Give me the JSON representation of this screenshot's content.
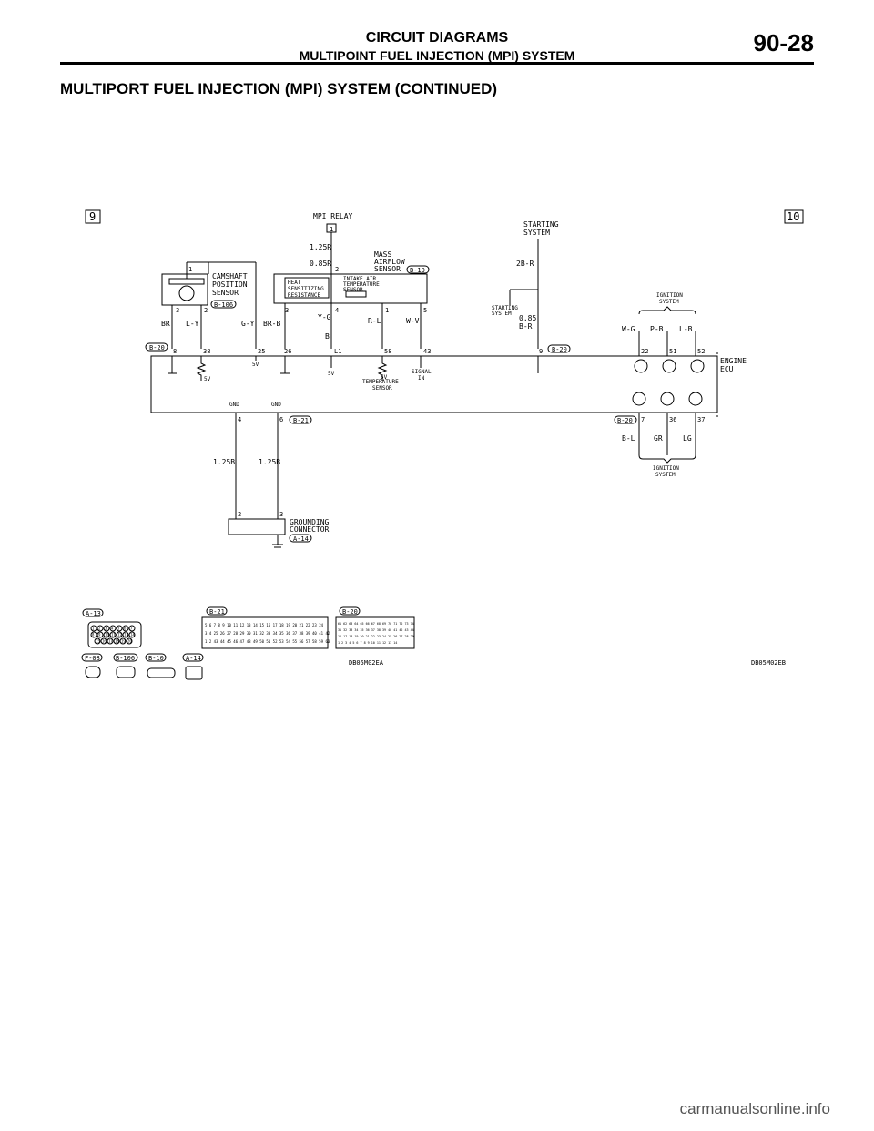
{
  "header": {
    "title": "CIRCUIT DIAGRAMS",
    "subtitle": "MULTIPOINT FUEL INJECTION (MPI) SYSTEM",
    "page": "90-28"
  },
  "section_title": "MULTIPORT FUEL INJECTION (MPI) SYSTEM (CONTINUED)",
  "diagram": {
    "markers": [
      "9",
      "10"
    ],
    "mpi_relay": {
      "label": "MPI RELAY",
      "terminal": "1",
      "wire1": "1.25R",
      "wire2": "0.85R"
    },
    "camshaft": {
      "label_lines": [
        "CAMSHAFT",
        "POSITION",
        "SENSOR"
      ],
      "connector": "B-106",
      "pins": [
        "1",
        "3",
        "2"
      ]
    },
    "maf": {
      "label_lines": [
        "MASS",
        "AIRFLOW",
        "SENSOR"
      ],
      "connector": "B-10",
      "heat_lines": [
        "HEAT",
        "SENSITIZING",
        "RESISTANCE"
      ],
      "iat_lines": [
        "INTAKE AIR",
        "TEMPERATURE",
        "SENSOR"
      ],
      "pins": [
        "2",
        "3",
        "4",
        "1",
        "5"
      ]
    },
    "starting": {
      "top_lines": [
        "STARTING",
        "SYSTEM"
      ],
      "wire": "2B-R",
      "side_lines": [
        "STARTING",
        "SYSTEM"
      ],
      "wire2a": "0.85",
      "wire2b": "B-R"
    },
    "wires": [
      "BR",
      "L-Y",
      "G-Y",
      "BR-B",
      "Y-G",
      "B",
      "R-L",
      "W-V"
    ],
    "ecu": {
      "label_lines": [
        "ENGINE",
        "ECU"
      ],
      "connector": "B-20",
      "connector2": "B-21",
      "pins_top": [
        "8",
        "38",
        "25",
        "26",
        "L1",
        "58",
        "43",
        "9",
        "22",
        "51",
        "52"
      ],
      "pins_bottom": [
        "7",
        "36",
        "37"
      ],
      "gnd_pins": [
        "4",
        "6"
      ],
      "gnd_label": "GND",
      "v5": "5V",
      "temp_lines": [
        "TEMPERATURE",
        "SENSOR"
      ],
      "signal_lines": [
        "SIGNAL",
        "IN"
      ]
    },
    "ignition": {
      "label_lines": [
        "IGNITION",
        "SYSTEM"
      ],
      "top_wires": [
        "W-G",
        "P-B",
        "L-B"
      ],
      "bottom_wires": [
        "B-L",
        "GR",
        "LG"
      ]
    },
    "grounding": {
      "wire_a": "1.25B",
      "wire_b": "1.25B",
      "pins": [
        "2",
        "3"
      ],
      "label_lines": [
        "GROUNDING",
        "CONNECTOR"
      ],
      "connector": "A-14"
    },
    "legend": {
      "connectors_row1": [
        "A-13",
        "B-21",
        "B-20"
      ],
      "connectors_row2": [
        "F-08",
        "B-106",
        "B-10",
        "A-14"
      ],
      "a13_pins": [
        "1",
        "2",
        "3",
        "4",
        "5",
        "6",
        "7",
        "8",
        "9",
        "10",
        "11",
        "12",
        "13",
        "14",
        "15",
        "16",
        "17",
        "18",
        "19",
        "20"
      ],
      "b21_rows": [
        "5 6 7 8 9 10 11 12 13 14 15 16 17 18 19 20 21 22 23 24",
        "3 4 25 26 27 28 29 30 31 32 33 34 35 36 37 38 39 40 41 42",
        "1 2 43 44 45 46 47 48 49 50 51 52 53 54 55 56 57 58 59 60"
      ],
      "b20_rows": [
        "61 62 63 64 65 66 67 68 69 70 71 72 73 74",
        "31 32 33 34 35 36 37 38 39 40 41 42 43 44",
        "16 17 18 19 20 21 22 23 24 25 26 27 28 29",
        "1 2 3 4 5 6 7 8 9 10 11 12 13 14"
      ],
      "code_left": "DB05M02EA",
      "code_right": "DB05M02EB"
    }
  },
  "watermark": "carmanualsonline.info"
}
